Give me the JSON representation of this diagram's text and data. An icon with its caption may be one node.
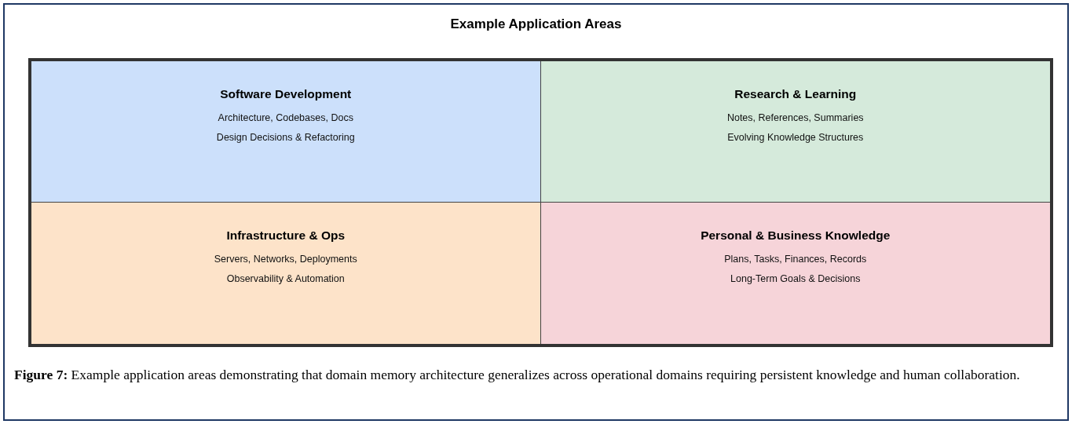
{
  "diagram": {
    "title": "Example Application Areas",
    "caption": "**Figure 7:** Example application areas demonstrating that domain memory architecture generalizes across operational domains requiring persistent knowledge and human collaboration.",
    "nodes": [
      {
        "text": [
          "Software Development",
          "Architecture, Codebases, Docs",
          "Design Decisions & Refactoring"
        ]
      },
      {
        "text": [
          "Research & Learning",
          "Notes, References, Summaries",
          "Evolving Knowledge Structures"
        ]
      },
      {
        "text": [
          "Infrastructure & Ops",
          "Servers, Networks, Deployments",
          "Observability & Automation"
        ]
      },
      {
        "text": [
          "Personal & Business Knowledge",
          "Plans, Tasks, Finances, Records",
          "Long-Term Goals & Decisions"
        ]
      }
    ]
  }
}
